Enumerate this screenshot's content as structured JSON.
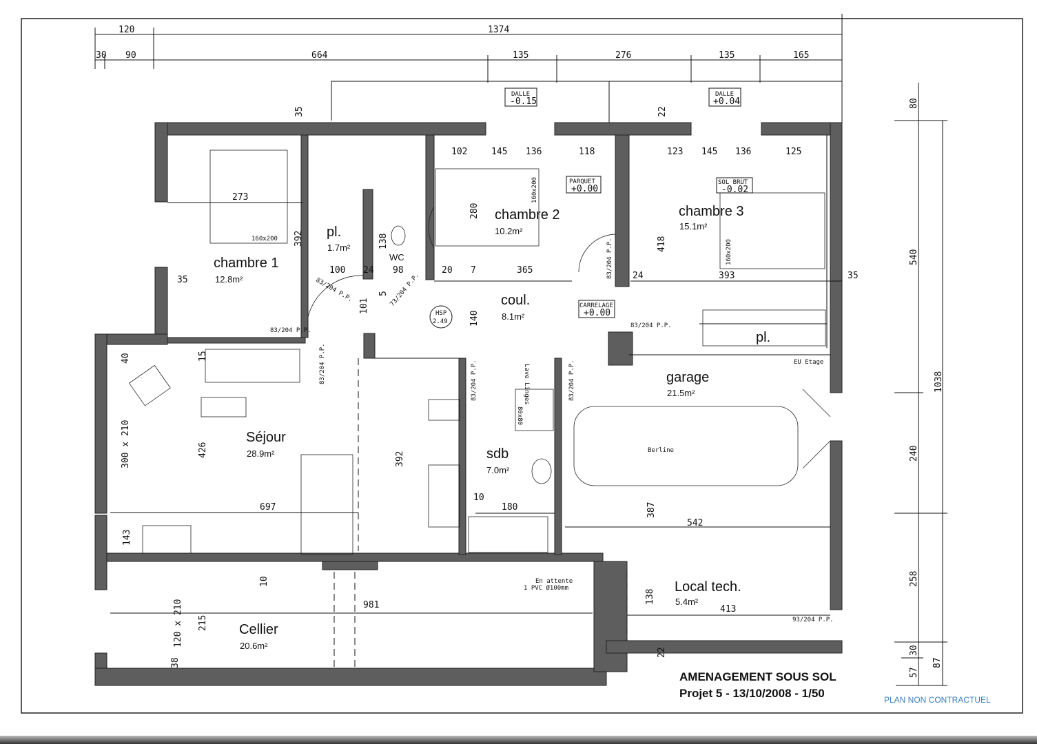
{
  "title": {
    "line1": "AMENAGEMENT SOUS SOL",
    "line2": "Projet 5 - 13/10/2008 - 1/50",
    "disclaimer": "PLAN NON CONTRACTUEL"
  },
  "rooms": [
    {
      "name": "chambre 1",
      "area": "12.8m²"
    },
    {
      "name": "pl.",
      "area": "1.7m²"
    },
    {
      "name": "chambre 2",
      "area": "10.2m²"
    },
    {
      "name": "chambre 3",
      "area": "15.1m²"
    },
    {
      "name": "WC",
      "area": ""
    },
    {
      "name": "coul.",
      "area": "8.1m²"
    },
    {
      "name": "Séjour",
      "area": "28.9m²"
    },
    {
      "name": "sdb",
      "area": "7.0m²"
    },
    {
      "name": "garage",
      "area": "21.5m²"
    },
    {
      "name": "Local tech.",
      "area": "5.4m²"
    },
    {
      "name": "Cellier",
      "area": "20.6m²"
    },
    {
      "name": "pl.",
      "area": ""
    }
  ],
  "levels": {
    "dalle1": [
      "DALLE",
      "-0.15"
    ],
    "dalle2": [
      "DALLE",
      "+0.04"
    ],
    "parquet": [
      "PARQUET",
      "+0.00"
    ],
    "sol_brut": [
      "SOL BRUT",
      "-0.02"
    ],
    "carrelage": [
      "CARRELAGE",
      "+0.00"
    ],
    "hsp": [
      "HSP",
      "2.49"
    ]
  },
  "labels": {
    "bed": "160x200",
    "door83": "83/204 P.P.",
    "door73": "73/204 P.P.",
    "door93": "93/204 P.P.",
    "car": "Berline",
    "washer": "Lave Linges",
    "shower": "80x80",
    "pipe1": "En attente",
    "pipe2": "1 PVC Ø100mm",
    "eu": "EU Etage",
    "window_sejour": "300 x 210",
    "window_cellier": "120 x 210"
  },
  "dimensions": {
    "top_row1": [
      "120",
      "1374"
    ],
    "top_row2": [
      "30",
      "90",
      "664",
      "135",
      "276",
      "135",
      "165"
    ],
    "right": [
      "80",
      "540",
      "1038",
      "240",
      "258",
      "30",
      "57",
      "87"
    ],
    "interior": [
      "35",
      "22",
      "102",
      "145",
      "136",
      "118",
      "123",
      "145",
      "136",
      "125",
      "273",
      "392",
      "280",
      "418",
      "138",
      "100",
      "24",
      "98",
      "20",
      "7",
      "365",
      "24",
      "393",
      "35",
      "35",
      "101",
      "5",
      "140",
      "40",
      "15",
      "426",
      "392",
      "697",
      "143",
      "10",
      "180",
      "387",
      "542",
      "10",
      "981",
      "215",
      "38",
      "138",
      "413",
      "22"
    ]
  }
}
